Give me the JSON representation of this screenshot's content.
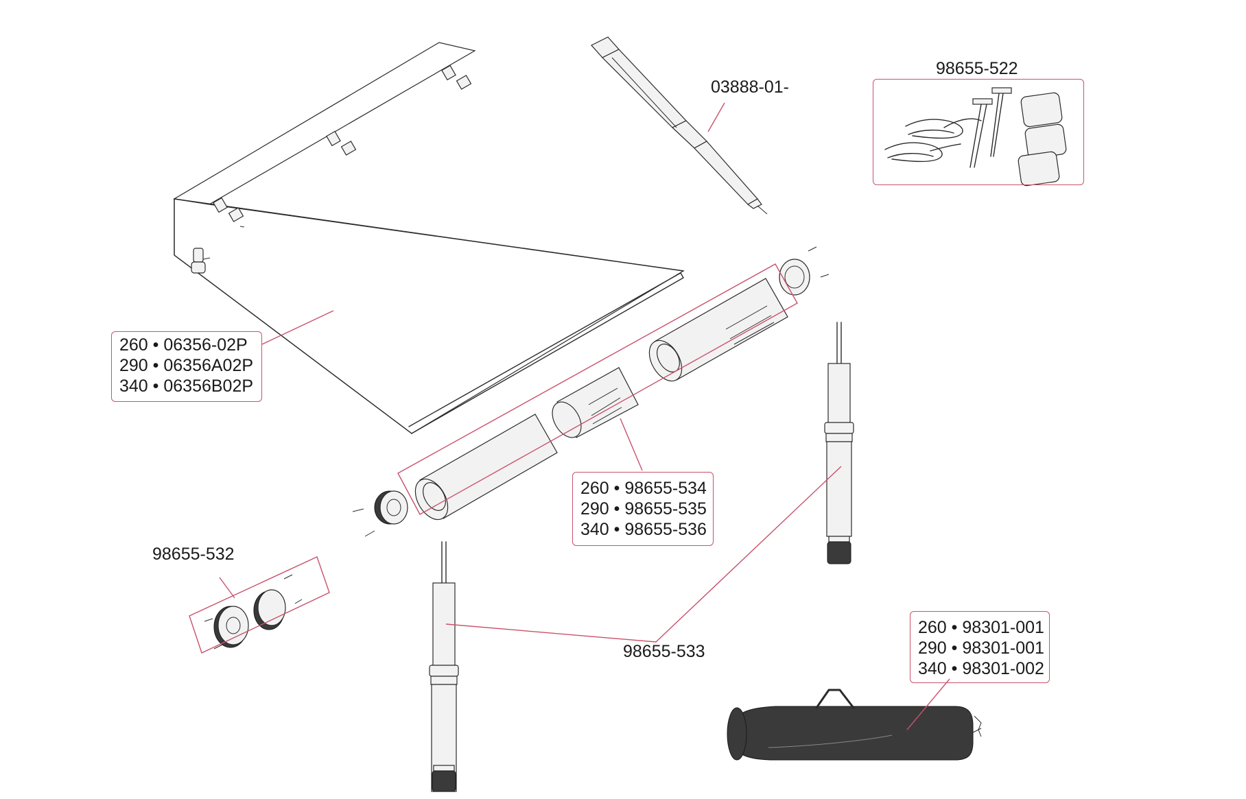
{
  "parts": {
    "pole_top": {
      "label": "03888-01-"
    },
    "accessory_kit": {
      "label": "98655-522"
    },
    "canopy": {
      "lines": [
        "260 • 06356-02P",
        "290 • 06356A02P",
        "340 • 06356B02P"
      ]
    },
    "tube_set": {
      "lines": [
        "260 • 98655-534",
        "290 • 98655-535",
        "340 • 98655-536"
      ]
    },
    "end_cap_kit": {
      "label": "98655-532"
    },
    "legs": {
      "label": "98655-533"
    },
    "bag": {
      "lines": [
        "260 • 98301-001",
        "290 • 98301-001",
        "340 • 98301-002"
      ]
    }
  },
  "colors": {
    "callout": "#c8526b",
    "line": "#2a2a2a",
    "bag_fill": "#3a3a3a"
  }
}
